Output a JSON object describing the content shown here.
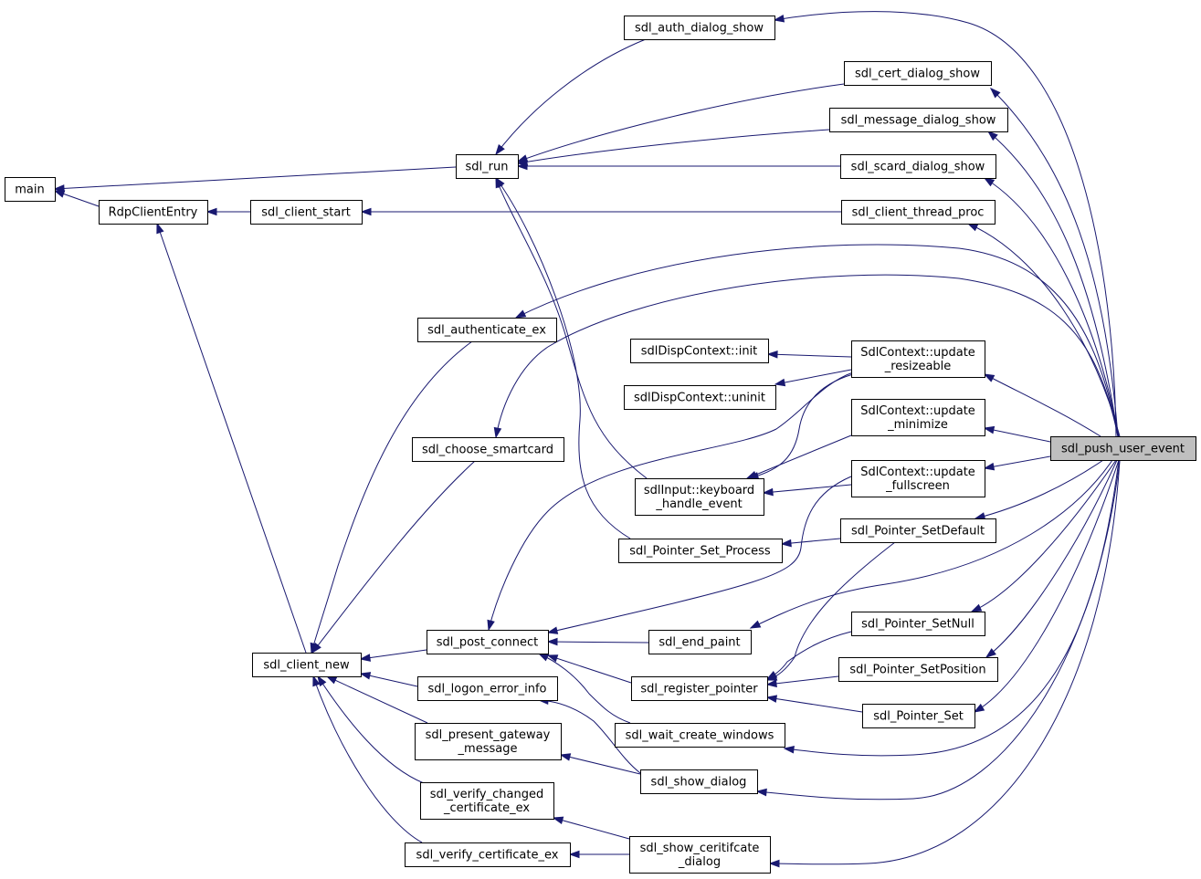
{
  "diagram": {
    "nodes": {
      "main": [
        "main"
      ],
      "RdpClientEntry": [
        "RdpClientEntry"
      ],
      "sdl_client_start": [
        "sdl_client_start"
      ],
      "sdl_run": [
        "sdl_run"
      ],
      "sdl_auth_dialog_show": [
        "sdl_auth_dialog_show"
      ],
      "sdl_cert_dialog_show": [
        "sdl_cert_dialog_show"
      ],
      "sdl_message_dialog_show": [
        "sdl_message_dialog_show"
      ],
      "sdl_scard_dialog_show": [
        "sdl_scard_dialog_show"
      ],
      "sdl_client_thread_proc": [
        "sdl_client_thread_proc"
      ],
      "sdl_authenticate_ex": [
        "sdl_authenticate_ex"
      ],
      "sdlDispContext_init": [
        "sdlDispContext::init"
      ],
      "sdlDispContext_uninit": [
        "sdlDispContext::uninit"
      ],
      "update_resizeable": [
        "SdlContext::update",
        "_resizeable"
      ],
      "update_minimize": [
        "SdlContext::update",
        "_minimize"
      ],
      "sdl_choose_smartcard": [
        "sdl_choose_smartcard"
      ],
      "sdl_push_user_event": [
        "sdl_push_user_event"
      ],
      "keyboard_handle_event": [
        "sdlInput::keyboard",
        "_handle_event"
      ],
      "update_fullscreen": [
        "SdlContext::update",
        "_fullscreen"
      ],
      "sdl_Pointer_Set_Process": [
        "sdl_Pointer_Set_Process"
      ],
      "sdl_Pointer_SetDefault": [
        "sdl_Pointer_SetDefault"
      ],
      "sdl_Pointer_SetNull": [
        "sdl_Pointer_SetNull"
      ],
      "sdl_post_connect": [
        "sdl_post_connect"
      ],
      "sdl_end_paint": [
        "sdl_end_paint"
      ],
      "sdl_client_new": [
        "sdl_client_new"
      ],
      "sdl_Pointer_SetPosition": [
        "sdl_Pointer_SetPosition"
      ],
      "sdl_logon_error_info": [
        "sdl_logon_error_info"
      ],
      "sdl_register_pointer": [
        "sdl_register_pointer"
      ],
      "sdl_Pointer_Set": [
        "sdl_Pointer_Set"
      ],
      "sdl_present_gateway_message": [
        "sdl_present_gateway",
        "_message"
      ],
      "sdl_wait_create_windows": [
        "sdl_wait_create_windows"
      ],
      "sdl_show_dialog": [
        "sdl_show_dialog"
      ],
      "sdl_verify_changed_certificate_ex": [
        "sdl_verify_changed",
        "_certificate_ex"
      ],
      "sdl_verify_certificate_ex": [
        "sdl_verify_certificate_ex"
      ],
      "sdl_show_ceritifcate_dialog": [
        "sdl_show_ceritifcate",
        "_dialog"
      ]
    },
    "edges": [
      [
        "sdl_push_user_event",
        "sdl_auth_dialog_show"
      ],
      [
        "sdl_push_user_event",
        "sdl_cert_dialog_show"
      ],
      [
        "sdl_push_user_event",
        "sdl_message_dialog_show"
      ],
      [
        "sdl_push_user_event",
        "sdl_scard_dialog_show"
      ],
      [
        "sdl_push_user_event",
        "sdl_client_thread_proc"
      ],
      [
        "sdl_push_user_event",
        "sdl_authenticate_ex"
      ],
      [
        "sdl_push_user_event",
        "sdl_choose_smartcard"
      ],
      [
        "sdl_push_user_event",
        "update_resizeable"
      ],
      [
        "sdl_push_user_event",
        "update_minimize"
      ],
      [
        "sdl_push_user_event",
        "update_fullscreen"
      ],
      [
        "sdl_push_user_event",
        "sdl_Pointer_SetDefault"
      ],
      [
        "sdl_push_user_event",
        "sdl_end_paint"
      ],
      [
        "sdl_push_user_event",
        "sdl_Pointer_SetNull"
      ],
      [
        "sdl_push_user_event",
        "sdl_Pointer_SetPosition"
      ],
      [
        "sdl_push_user_event",
        "sdl_Pointer_Set"
      ],
      [
        "sdl_push_user_event",
        "sdl_wait_create_windows"
      ],
      [
        "sdl_push_user_event",
        "sdl_show_dialog"
      ],
      [
        "sdl_push_user_event",
        "sdl_show_ceritifcate_dialog"
      ],
      [
        "sdl_auth_dialog_show",
        "sdl_run"
      ],
      [
        "sdl_cert_dialog_show",
        "sdl_run"
      ],
      [
        "sdl_message_dialog_show",
        "sdl_run"
      ],
      [
        "sdl_scard_dialog_show",
        "sdl_run"
      ],
      [
        "sdl_client_thread_proc",
        "sdl_client_start"
      ],
      [
        "sdl_run",
        "main"
      ],
      [
        "sdl_client_start",
        "RdpClientEntry"
      ],
      [
        "RdpClientEntry",
        "main"
      ],
      [
        "sdl_authenticate_ex",
        "sdl_client_new"
      ],
      [
        "sdl_choose_smartcard",
        "sdl_client_new"
      ],
      [
        "update_resizeable",
        "sdlDispContext_init"
      ],
      [
        "update_resizeable",
        "sdlDispContext_uninit"
      ],
      [
        "update_resizeable",
        "keyboard_handle_event"
      ],
      [
        "update_resizeable",
        "sdl_post_connect"
      ],
      [
        "update_minimize",
        "keyboard_handle_event"
      ],
      [
        "update_fullscreen",
        "keyboard_handle_event"
      ],
      [
        "update_fullscreen",
        "sdl_post_connect"
      ],
      [
        "keyboard_handle_event",
        "sdl_run"
      ],
      [
        "sdl_Pointer_SetDefault",
        "sdl_Pointer_Set_Process"
      ],
      [
        "sdl_Pointer_SetDefault",
        "sdl_register_pointer"
      ],
      [
        "sdl_Pointer_Set_Process",
        "sdl_run"
      ],
      [
        "sdl_end_paint",
        "sdl_post_connect"
      ],
      [
        "sdl_Pointer_SetNull",
        "sdl_register_pointer"
      ],
      [
        "sdl_Pointer_SetPosition",
        "sdl_register_pointer"
      ],
      [
        "sdl_Pointer_Set",
        "sdl_register_pointer"
      ],
      [
        "sdl_register_pointer",
        "sdl_post_connect"
      ],
      [
        "sdl_wait_create_windows",
        "sdl_post_connect"
      ],
      [
        "sdl_post_connect",
        "sdl_client_new"
      ],
      [
        "sdl_client_new",
        "RdpClientEntry"
      ],
      [
        "sdl_show_dialog",
        "sdl_logon_error_info"
      ],
      [
        "sdl_show_dialog",
        "sdl_present_gateway_message"
      ],
      [
        "sdl_logon_error_info",
        "sdl_client_new"
      ],
      [
        "sdl_present_gateway_message",
        "sdl_client_new"
      ],
      [
        "sdl_show_ceritifcate_dialog",
        "sdl_verify_changed_certificate_ex"
      ],
      [
        "sdl_show_ceritifcate_dialog",
        "sdl_verify_certificate_ex"
      ],
      [
        "sdl_verify_changed_certificate_ex",
        "sdl_client_new"
      ],
      [
        "sdl_verify_certificate_ex",
        "sdl_client_new"
      ]
    ]
  },
  "colors": {
    "edge": "#191970",
    "node_border": "#000000",
    "node_fill": "#ffffff",
    "focus_fill": "#bfbfbf"
  }
}
